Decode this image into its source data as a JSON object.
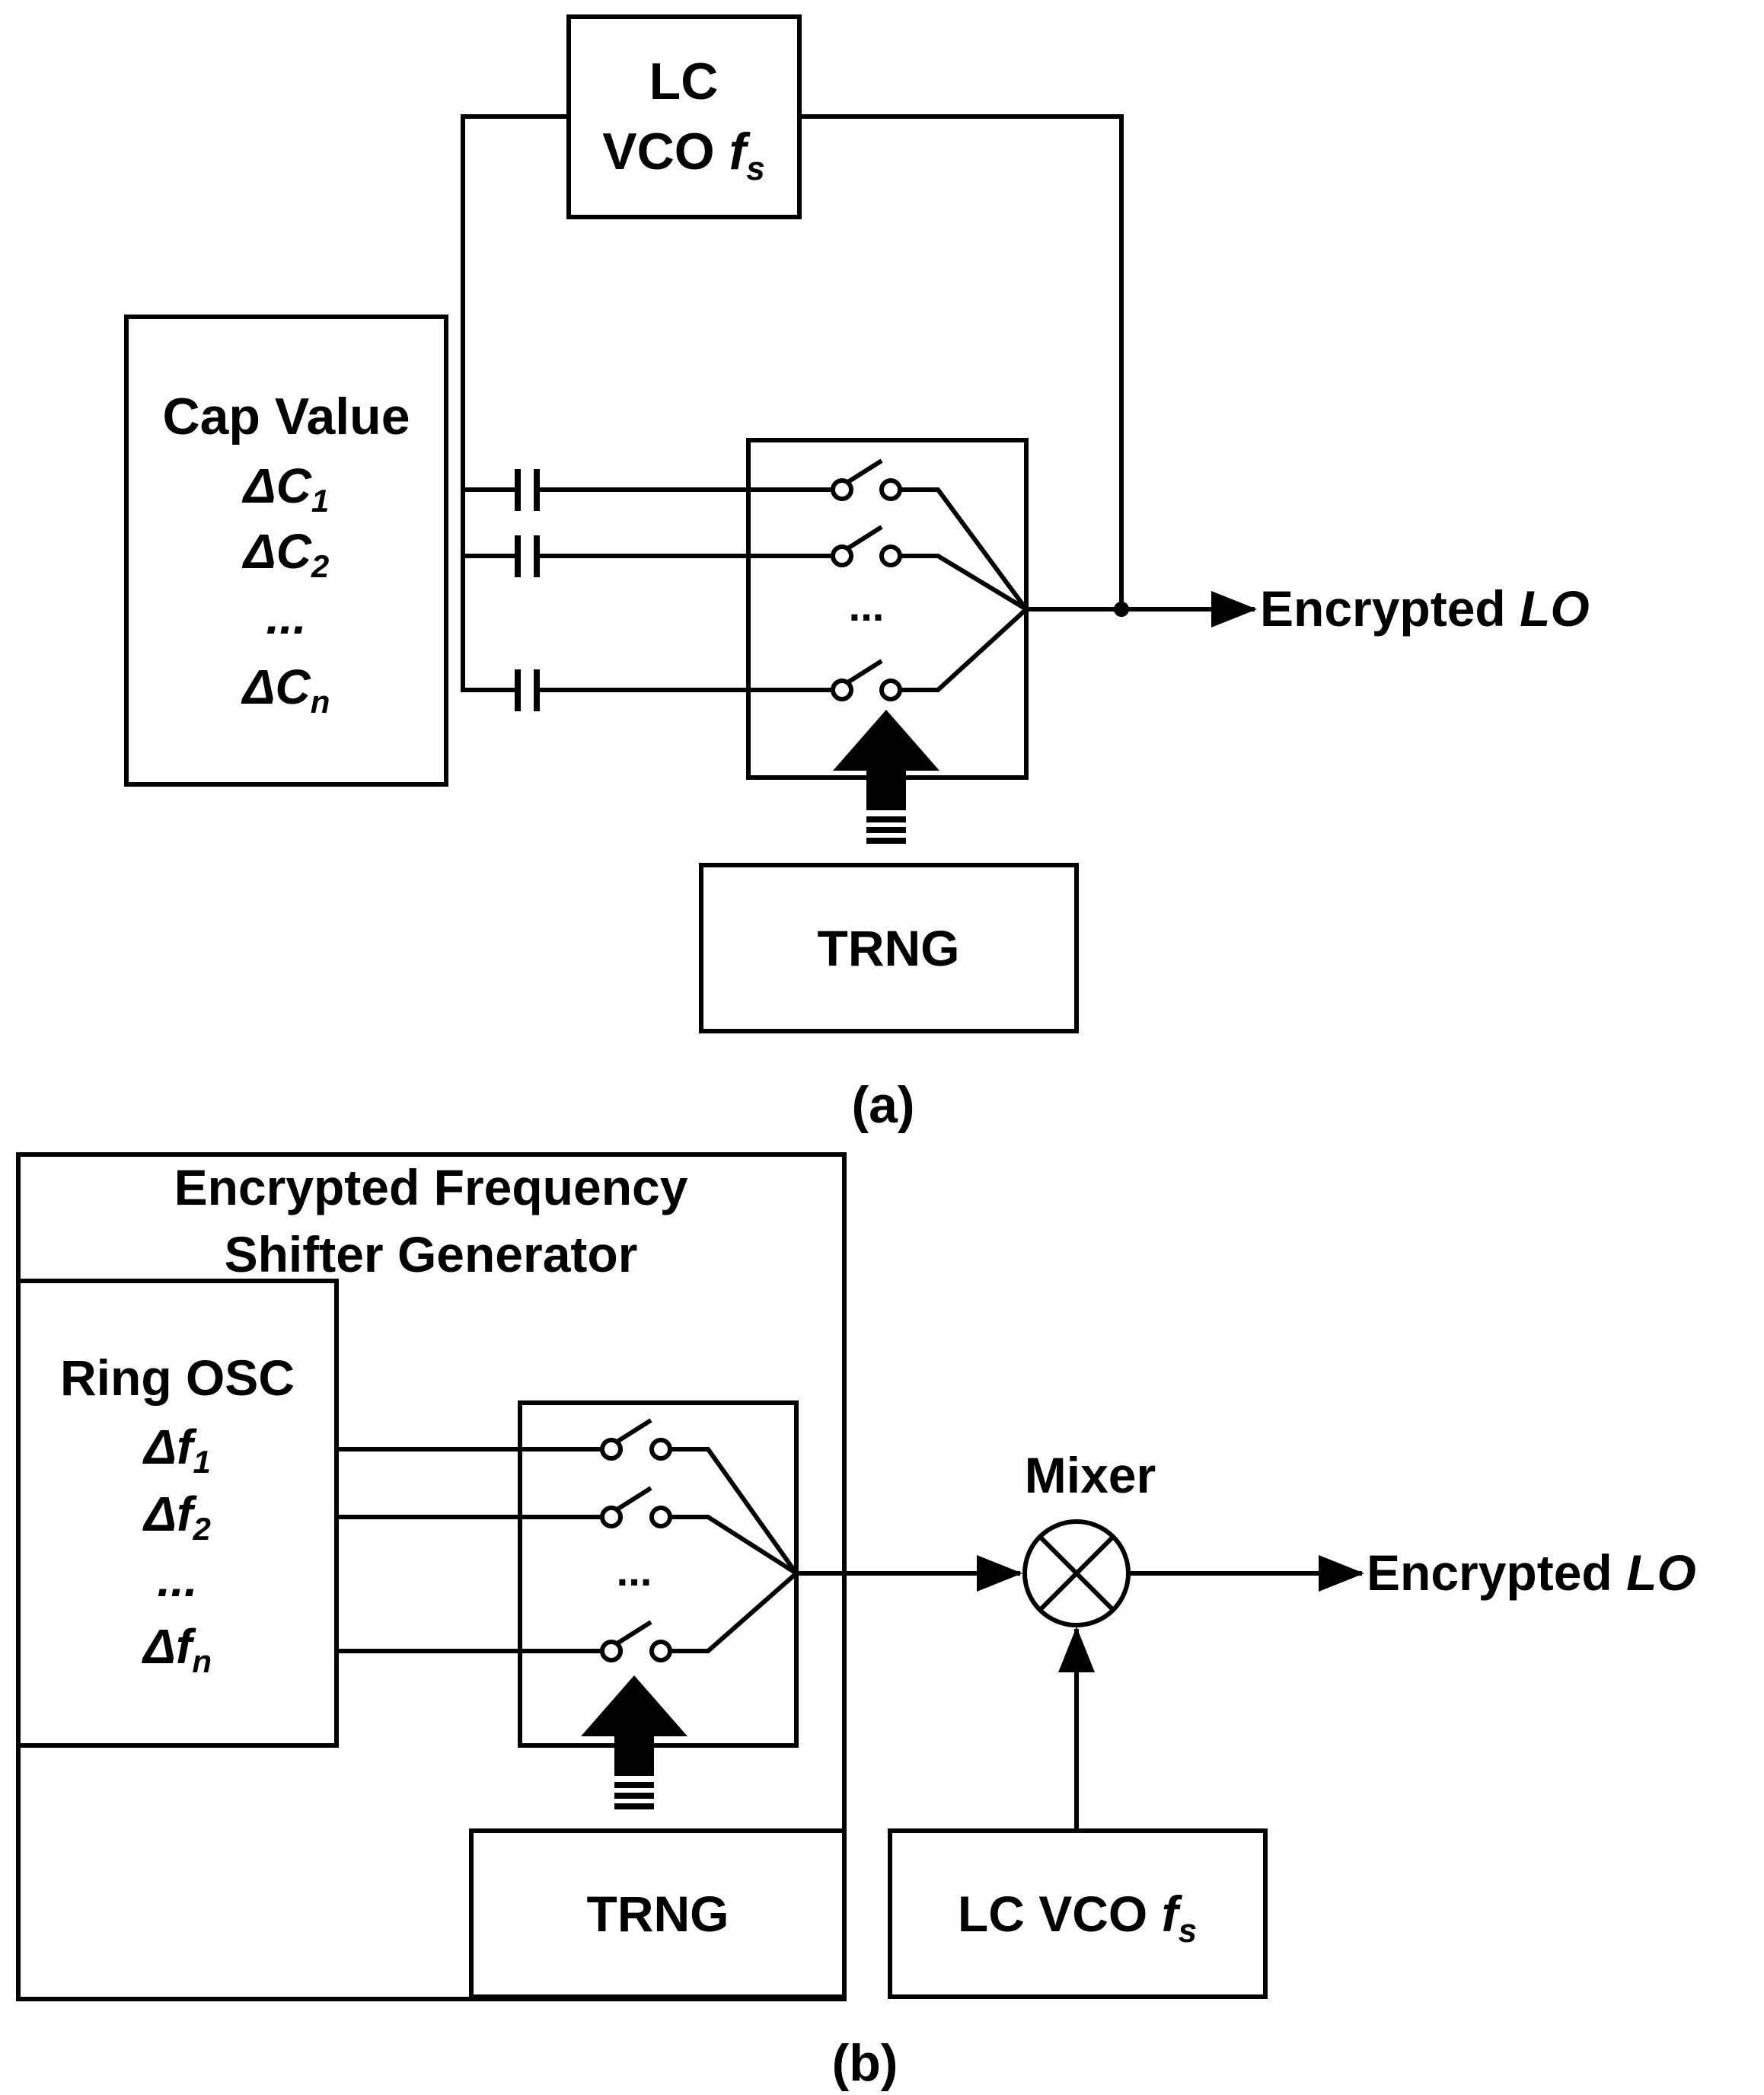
{
  "diagram_a": {
    "lc_vco_line1": "LC",
    "lc_vco_line2": "VCO ",
    "lc_vco_f": "f",
    "lc_vco_sub": "s",
    "cap_title": "Cap Value",
    "cap_items": [
      {
        "prefix": "ΔC",
        "sub": "1"
      },
      {
        "prefix": "ΔC",
        "sub": "2"
      },
      {
        "prefix": "...",
        "sub": ""
      },
      {
        "prefix": "ΔC",
        "sub": "n"
      }
    ],
    "switch_dots": "...",
    "trng": "TRNG",
    "output_prefix": "Encrypted ",
    "output_lo": "LO",
    "caption": "(a)"
  },
  "diagram_b": {
    "shifter_line1": "Encrypted Frequency",
    "shifter_line2": "Shifter Generator",
    "ring_title": "Ring OSC",
    "ring_items": [
      {
        "prefix": "Δf",
        "sub": "1"
      },
      {
        "prefix": "Δf",
        "sub": "2"
      },
      {
        "prefix": "...",
        "sub": ""
      },
      {
        "prefix": "Δf",
        "sub": "n"
      }
    ],
    "switch_dots": "...",
    "trng": "TRNG",
    "mixer": "Mixer",
    "lc_vco_text": "LC VCO ",
    "lc_vco_f": "f",
    "lc_vco_sub": "s",
    "output_prefix": "Encrypted ",
    "output_lo": "LO",
    "caption": "(b)"
  }
}
